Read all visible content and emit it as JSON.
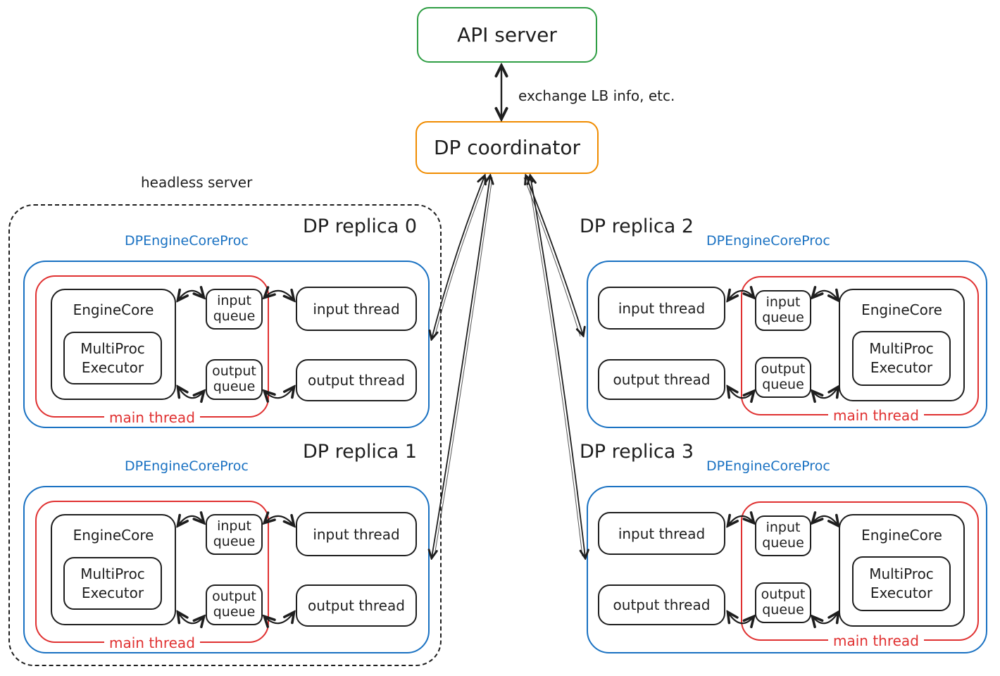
{
  "api_server": {
    "label": "API server"
  },
  "coordinator": {
    "label": "DP coordinator"
  },
  "api_coordinator_link": {
    "label": "exchange LB info, etc."
  },
  "headless_server": {
    "label": "headless server"
  },
  "replicas": [
    {
      "title": "DP replica 0",
      "proc_label": "DPEngineCoreProc",
      "main_thread": "main thread",
      "engine_core": "EngineCore",
      "executor": "MultiProc Executor",
      "input_queue": "input queue",
      "output_queue": "output queue",
      "input_thread": "input thread",
      "output_thread": "output thread",
      "orientation": "engine-left",
      "inside_headless_server": true
    },
    {
      "title": "DP replica 1",
      "proc_label": "DPEngineCoreProc",
      "main_thread": "main thread",
      "engine_core": "EngineCore",
      "executor": "MultiProc Executor",
      "input_queue": "input queue",
      "output_queue": "output queue",
      "input_thread": "input thread",
      "output_thread": "output thread",
      "orientation": "engine-left",
      "inside_headless_server": true
    },
    {
      "title": "DP replica 2",
      "proc_label": "DPEngineCoreProc",
      "main_thread": "main thread",
      "engine_core": "EngineCore",
      "executor": "MultiProc Executor",
      "input_queue": "input queue",
      "output_queue": "output queue",
      "input_thread": "input thread",
      "output_thread": "output thread",
      "orientation": "engine-right",
      "inside_headless_server": false
    },
    {
      "title": "DP replica 3",
      "proc_label": "DPEngineCoreProc",
      "main_thread": "main thread",
      "engine_core": "EngineCore",
      "executor": "MultiProc Executor",
      "input_queue": "input queue",
      "output_queue": "output queue",
      "input_thread": "input thread",
      "output_thread": "output thread",
      "orientation": "engine-right",
      "inside_headless_server": false
    }
  ],
  "colors": {
    "api_green": "#2f9e44",
    "coordinator_orange": "#f08c00",
    "process_blue": "#1971c2",
    "main_thread_red": "#e03131",
    "ink": "#1e1e1e"
  }
}
